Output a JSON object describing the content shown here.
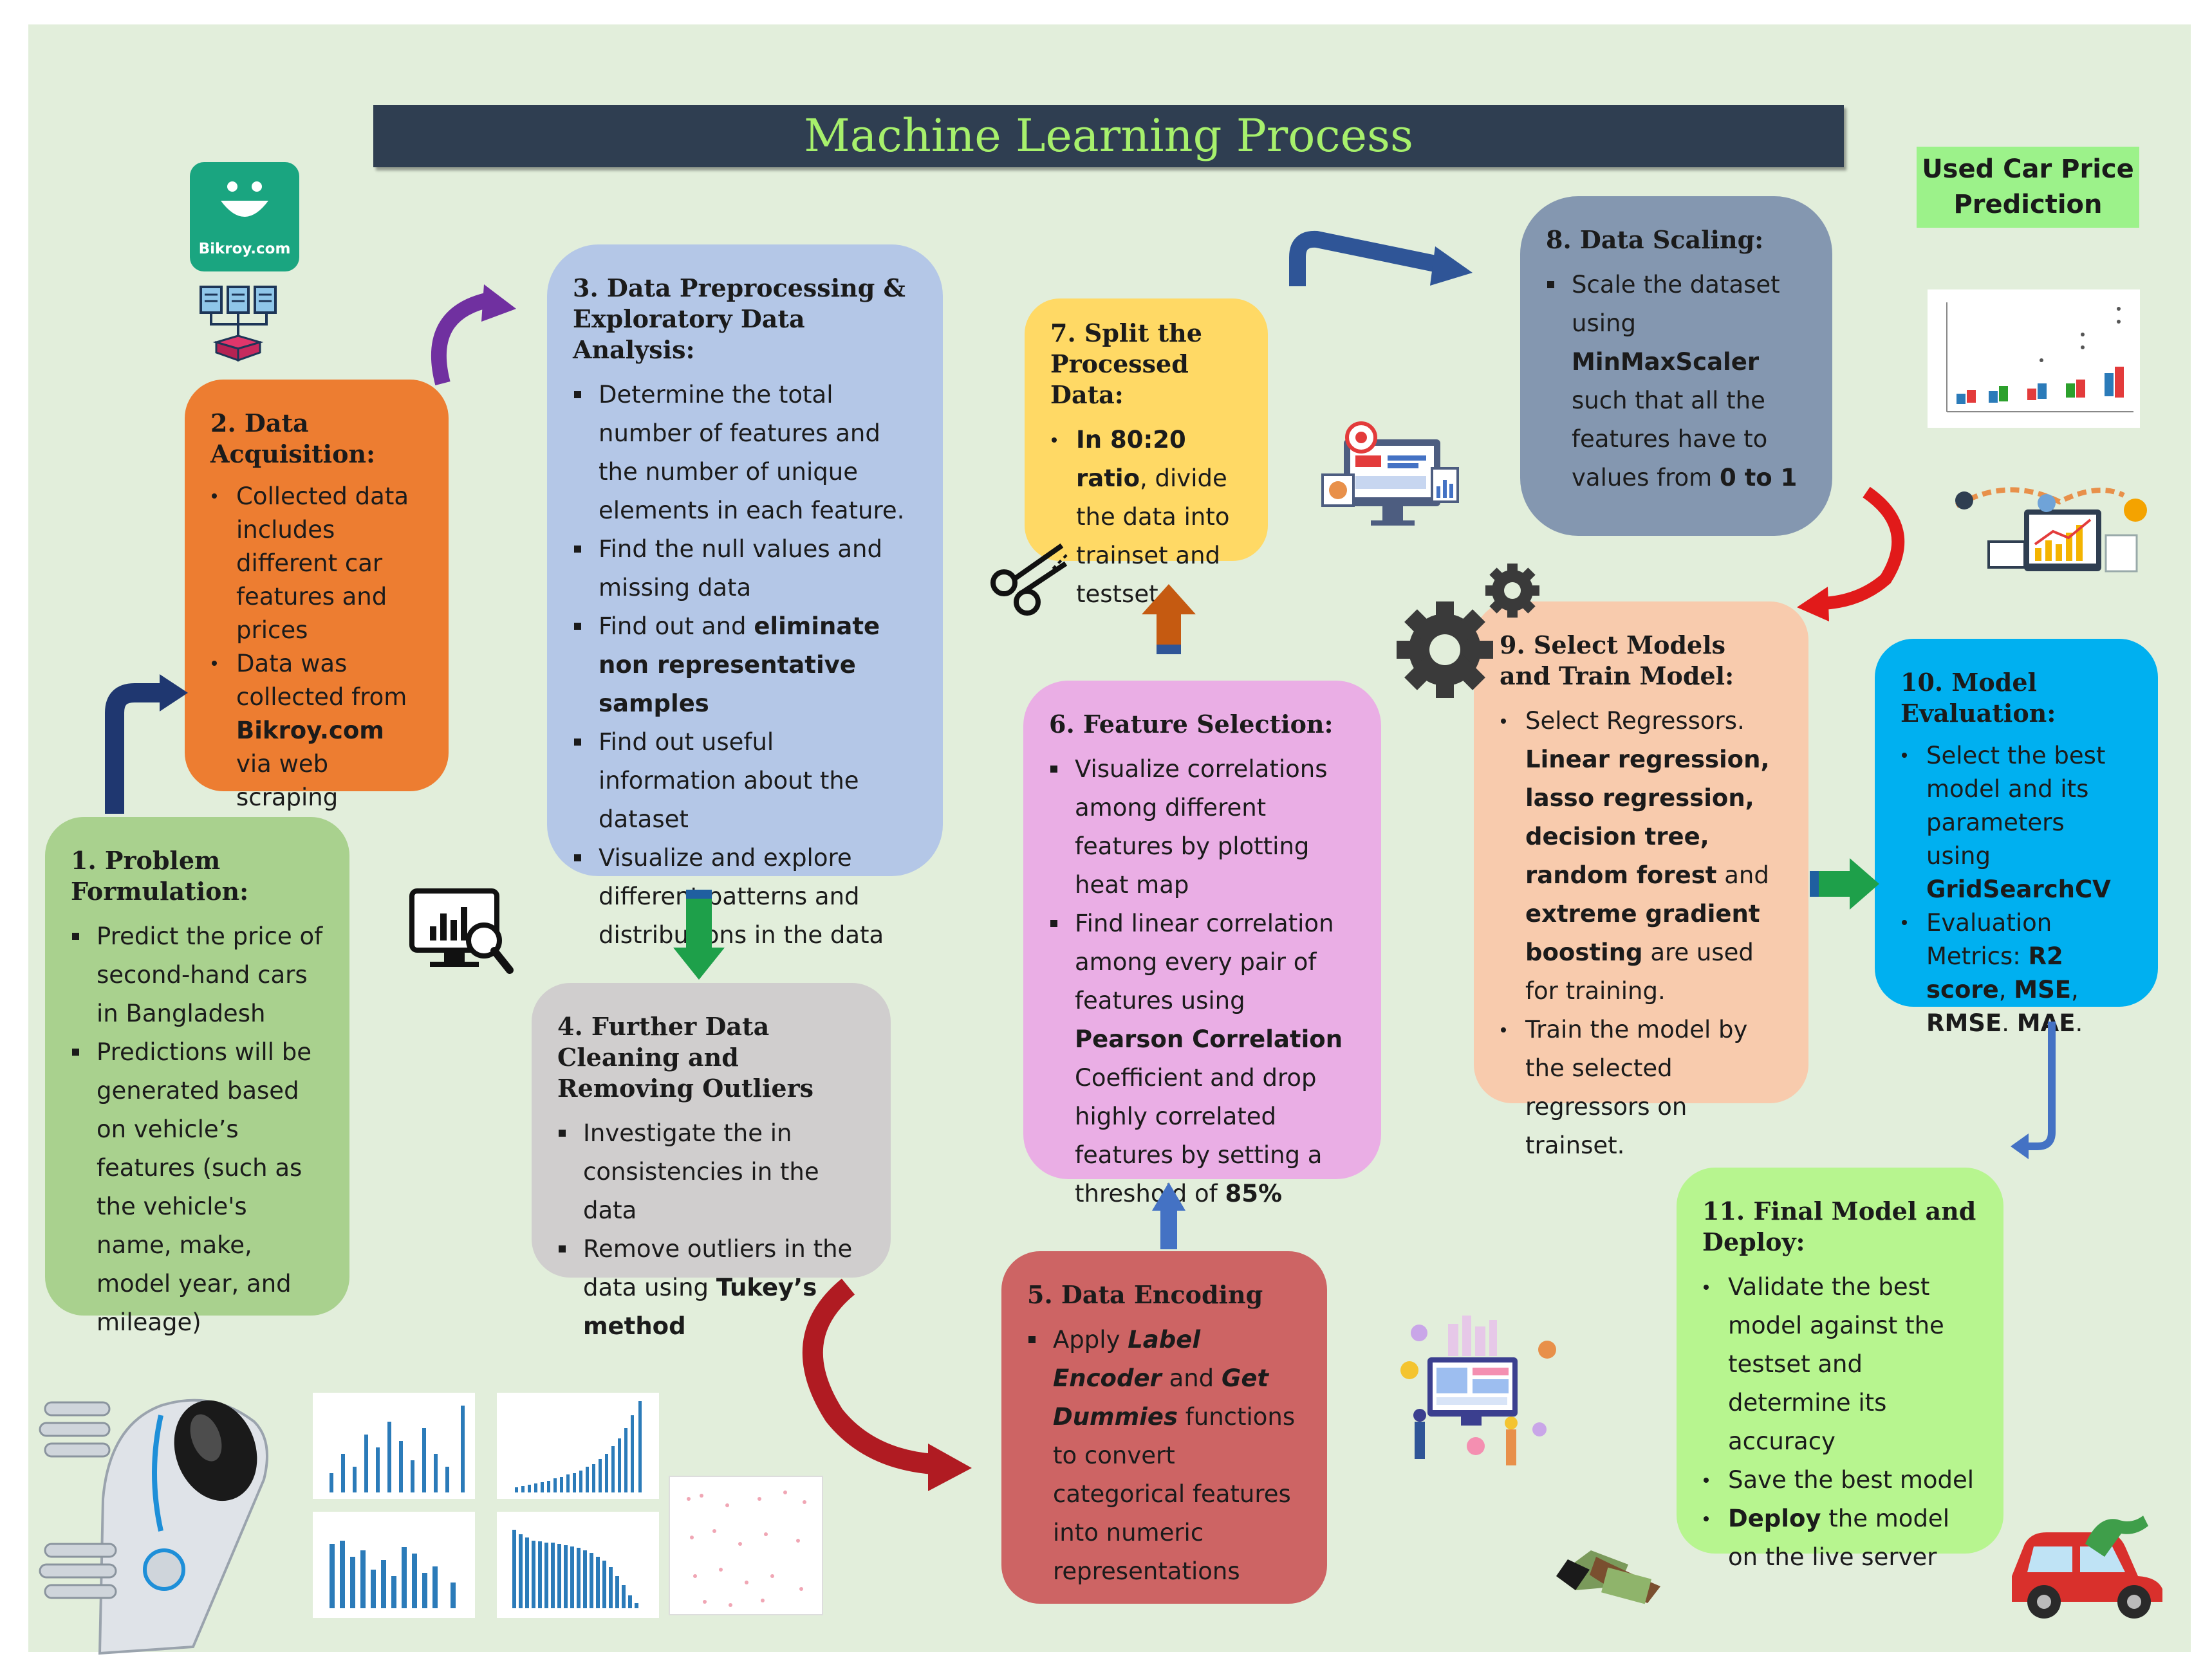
{
  "title": "Machine Learning Process",
  "badge": {
    "line1": "Used Car Price",
    "line2": "Prediction"
  },
  "logo": {
    "text": "Bikroy.com"
  },
  "steps": {
    "s1": {
      "title": "1. Problem Formulation:",
      "items": [
        "Predict the price of second-hand cars in Bangladesh",
        "Predictions will be generated based on vehicle’s features (such as the vehicle's name, make, model year, and mileage)"
      ]
    },
    "s2": {
      "title": "2. Data Acquisition:",
      "items": [
        "Collected data includes different car features and prices",
        "Data was collected from",
        "Bikroy.com",
        "via web scraping"
      ]
    },
    "s3": {
      "title": "3. Data Preprocessing & Exploratory Data Analysis:",
      "items": [
        "Determine the total number of features and the number of unique elements in each feature.",
        "Find the null values and missing data",
        "Find out and",
        "eliminate non representative samples",
        "Find out useful information about the dataset",
        "Visualize and explore different patterns and distributions in the data"
      ]
    },
    "s4": {
      "title": "4. Further Data Cleaning and Removing Outliers",
      "items": [
        "Investigate the in consistencies in the data",
        "Remove outliers in the data using",
        "Tukey’s method"
      ]
    },
    "s5": {
      "title": "5. Data Encoding",
      "items": [
        "Apply",
        "Label Encoder",
        "and",
        "Get Dummies",
        "functions to convert categorical features into numeric representations"
      ]
    },
    "s6": {
      "title": "6. Feature Selection:",
      "items": [
        "Visualize correlations among different features by plotting heat map",
        "Find linear correlation among every pair of features using",
        "Pearson Correlation",
        "Coefficient and drop highly correlated features by setting a threshold of",
        "85%"
      ]
    },
    "s7": {
      "title": "7. Split the Processed Data:",
      "items": [
        "In 80:20 ratio",
        ", divide the data into trainset and testset."
      ]
    },
    "s8": {
      "title": "8. Data Scaling:",
      "items": [
        "Scale the dataset using",
        "MinMaxScaler",
        "such that all the features have to values from",
        "0 to 1"
      ]
    },
    "s9": {
      "title": "9. Select Models and Train Model:",
      "items": [
        "Select Regressors.",
        "Linear regression, lasso regression, decision tree, random forest",
        "and",
        "extreme gradient boosting",
        "are used for training.",
        "Train the model by the selected regressors on trainset."
      ]
    },
    "s10": {
      "title": "10. Model Evaluation:",
      "items": [
        "Select the best model and its parameters using",
        "GridSearchCV",
        "Evaluation Metrics:",
        "R2 score",
        ",",
        "MSE",
        "RMSE",
        ".",
        "MAE"
      ]
    },
    "s11": {
      "title": "11. Final Model and Deploy:",
      "items": [
        "Validate the best model against the testset and determine its accuracy",
        "Save the best model",
        "Deploy",
        "the model on the live server"
      ]
    }
  },
  "colors": {
    "background": "#e2eedb",
    "s1": "#a9d18e",
    "s2": "#ed7d31",
    "s3": "#b4c7e7",
    "s4": "#d0cece",
    "s5": "#cd6464",
    "s6": "#eaaee5",
    "s7": "#ffd965",
    "s8": "#8497b0",
    "s9": "#f8cbad",
    "s10": "#00b0f0",
    "s11": "#b7f58f",
    "title_bar": "#2f3e51",
    "title_text": "#a7f06c",
    "badge": "#9cf28a"
  },
  "icons": [
    "data-download-icon",
    "analytics-monitor-icon",
    "scissors-icon",
    "dashboard-monitor-icon",
    "gear-icon",
    "growth-chart-icon",
    "robot-image",
    "bar-charts-image",
    "scatter-matrix-image",
    "boxplot-image",
    "dashboard-people-icon",
    "handshake-money-icon",
    "car-icon"
  ]
}
